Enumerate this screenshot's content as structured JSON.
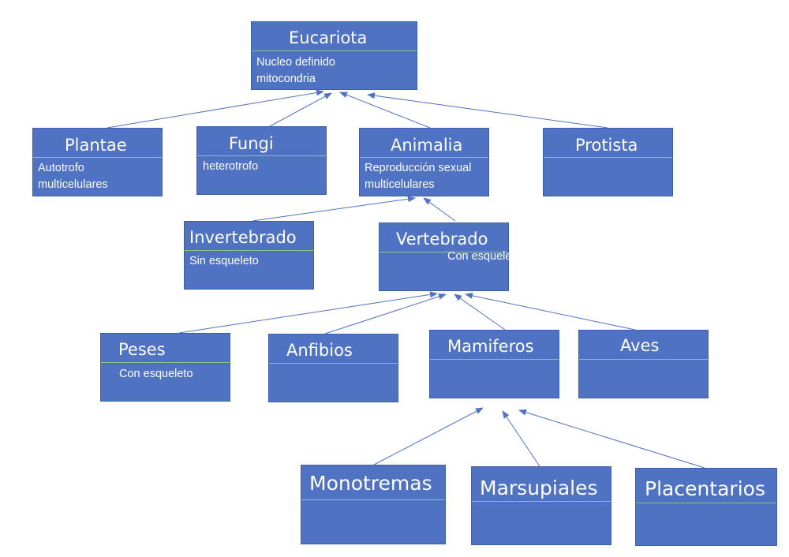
{
  "colors": {
    "box_fill": "#4f72c2",
    "box_border": "#3d5fa8",
    "separator": "#8fd080",
    "link": "#4f72c2"
  },
  "nodes": {
    "eucariota": {
      "title": "Eucariota",
      "desc": "Nucleo definido\nmitocondria"
    },
    "plantae": {
      "title": "Plantae",
      "desc": "Autotrofo\nmulticelulares"
    },
    "fungi": {
      "title": "Fungi",
      "desc": "heterotrofo"
    },
    "animalia": {
      "title": "Animalia",
      "desc": "Reproducción sexual\nmulticelulares"
    },
    "protista": {
      "title": "Protista",
      "desc": ""
    },
    "invertebrado": {
      "title": "Invertebrado",
      "desc": "Sin esqueleto"
    },
    "vertebrado": {
      "title": "Vertebrado",
      "desc": "Con esqueleto"
    },
    "peses": {
      "title": "Peses",
      "desc": "Con esqueleto"
    },
    "anfibios": {
      "title": "Anfibios",
      "desc": ""
    },
    "mamiferos": {
      "title": "Mamiferos",
      "desc": ""
    },
    "aves": {
      "title": "Aves",
      "desc": ""
    },
    "monotremas": {
      "title": "Monotremas",
      "desc": ""
    },
    "marsupiales": {
      "title": "Marsupiales",
      "desc": ""
    },
    "placentarios": {
      "title": "Placentarios",
      "desc": ""
    }
  },
  "edges": [
    {
      "from": "plantae",
      "to": "eucariota"
    },
    {
      "from": "fungi",
      "to": "eucariota"
    },
    {
      "from": "animalia",
      "to": "eucariota"
    },
    {
      "from": "protista",
      "to": "eucariota"
    },
    {
      "from": "invertebrado",
      "to": "animalia"
    },
    {
      "from": "vertebrado",
      "to": "animalia"
    },
    {
      "from": "peses",
      "to": "vertebrado"
    },
    {
      "from": "anfibios",
      "to": "vertebrado"
    },
    {
      "from": "mamiferos",
      "to": "vertebrado"
    },
    {
      "from": "aves",
      "to": "vertebrado"
    },
    {
      "from": "monotremas",
      "to": "mamiferos"
    },
    {
      "from": "marsupiales",
      "to": "mamiferos"
    },
    {
      "from": "placentarios",
      "to": "mamiferos"
    }
  ]
}
